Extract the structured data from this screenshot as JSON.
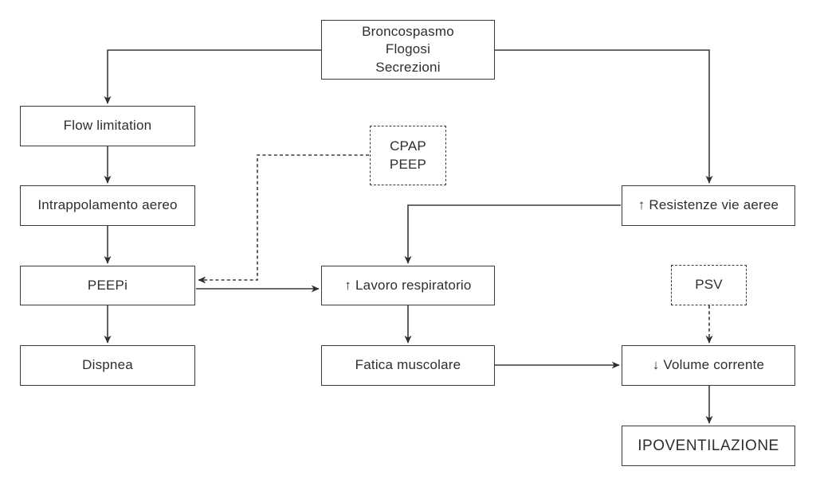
{
  "diagram": {
    "type": "flowchart",
    "language": "Italian",
    "colors": {
      "background": "#ffffff",
      "line": "#3a3a3a",
      "text": "#2e2e2e"
    },
    "nodes": {
      "broncospasmo": {
        "lines": [
          "Broncospasmo",
          "Flogosi",
          "Secrezioni"
        ],
        "border": "solid"
      },
      "flow_limitation": {
        "label": "Flow limitation",
        "border": "solid"
      },
      "intrappolamento": {
        "label": "Intrappolamento aereo",
        "border": "solid"
      },
      "peepi": {
        "label": "PEEPi",
        "border": "solid"
      },
      "dispnea": {
        "label": "Dispnea",
        "border": "solid"
      },
      "cpap_peep": {
        "lines": [
          "CPAP",
          "PEEP"
        ],
        "border": "dotted"
      },
      "lavoro_respiratorio": {
        "label": "↑ Lavoro respiratorio",
        "border": "solid"
      },
      "resistenze": {
        "label": "↑ Resistenze vie aeree",
        "border": "solid"
      },
      "psv": {
        "label": "PSV",
        "border": "dotted"
      },
      "fatica_muscolare": {
        "label": "Fatica muscolare",
        "border": "solid"
      },
      "volume_corrente": {
        "label": "↓ Volume corrente",
        "border": "solid"
      },
      "ipoventilazione": {
        "label": "IPOVENTILAZIONE",
        "border": "solid"
      }
    },
    "edges": [
      {
        "from": "broncospasmo",
        "to": "flow_limitation",
        "style": "solid"
      },
      {
        "from": "broncospasmo",
        "to": "resistenze",
        "style": "solid"
      },
      {
        "from": "flow_limitation",
        "to": "intrappolamento",
        "style": "solid"
      },
      {
        "from": "intrappolamento",
        "to": "peepi",
        "style": "solid"
      },
      {
        "from": "peepi",
        "to": "dispnea",
        "style": "solid"
      },
      {
        "from": "peepi",
        "to": "lavoro_respiratorio",
        "style": "solid"
      },
      {
        "from": "resistenze",
        "to": "lavoro_respiratorio",
        "style": "solid"
      },
      {
        "from": "lavoro_respiratorio",
        "to": "fatica_muscolare",
        "style": "solid"
      },
      {
        "from": "fatica_muscolare",
        "to": "volume_corrente",
        "style": "solid"
      },
      {
        "from": "volume_corrente",
        "to": "ipoventilazione",
        "style": "solid"
      },
      {
        "from": "cpap_peep",
        "to": "peepi",
        "style": "dashed"
      },
      {
        "from": "psv",
        "to": "volume_corrente",
        "style": "dashed"
      }
    ]
  }
}
